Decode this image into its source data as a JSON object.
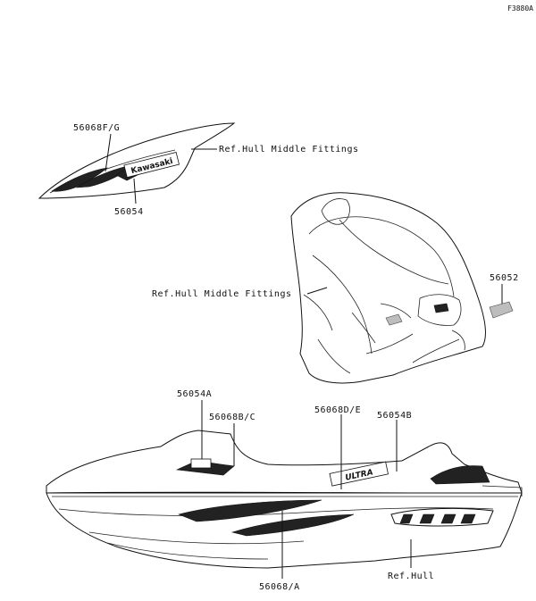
{
  "diagram_code": "F3880A",
  "labels": {
    "p56068FG": "56068F/G",
    "ref_hull_middle_top": "Ref.Hull Middle Fittings",
    "p56054": "56054",
    "p56052": "56052",
    "ref_hull_middle_mid": "Ref.Hull Middle Fittings",
    "p56054A": "56054A",
    "p56068BC": "56068B/C",
    "p56068DE": "56068D/E",
    "p56054B": "56054B",
    "p56068A": "56068/A",
    "ref_hull": "Ref.Hull"
  },
  "decal_texts": {
    "brand": "Kawasaki",
    "model": "ULTRA"
  }
}
